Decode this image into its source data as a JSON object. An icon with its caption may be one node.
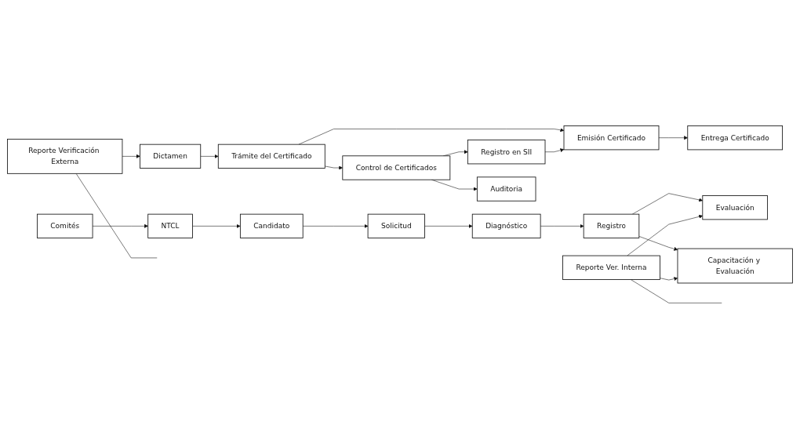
{
  "diagram": {
    "nodes": [
      {
        "text": [
          "Candidato"
        ]
      },
      {
        "text": [
          "Solicitud"
        ]
      },
      {
        "text": [
          "Diagnóstico"
        ]
      },
      {
        "text": [
          "Registro"
        ]
      },
      {
        "text": [
          "Evaluación"
        ]
      },
      {
        "text": [
          "Reporte Ver. Interna"
        ]
      },
      {
        "text": [
          "Capacitación y Evaluación"
        ]
      },
      {
        "text": [
          "Entrega Certificado"
        ]
      },
      {
        "text": [
          "NTCL"
        ]
      },
      {
        "text": [
          "Emisión Certificado"
        ]
      },
      {
        "text": [
          "Trámite del Certificado"
        ]
      },
      {
        "text": [
          "Dictamen"
        ]
      },
      {
        "text": [
          "Reporte Verificación Externa"
        ]
      },
      {
        "text": [
          "Comités"
        ]
      },
      {
        "text": [
          "Registro en SII"
        ]
      },
      {
        "text": [
          "Control de Certificados"
        ]
      },
      {
        "text": [
          "Auditoria"
        ]
      }
    ],
    "edges": [
      {
        "from": 0,
        "to": 1,
        "arrow": "to"
      },
      {
        "from": 1,
        "to": 2,
        "arrow": "to"
      },
      {
        "from": 2,
        "to": 3,
        "arrow": "to"
      },
      {
        "from": 3,
        "to": 4,
        "arrow": "to"
      },
      {
        "from": 3,
        "to": 6,
        "arrow": "to"
      },
      {
        "from": 5,
        "to": 4,
        "arrow": "to"
      },
      {
        "from": 5,
        "to": 6,
        "arrow": "to"
      },
      {
        "from": 5,
        "to": null,
        "arrow": "none"
      },
      {
        "from": 8,
        "to": 0,
        "arrow": "to"
      },
      {
        "from": 13,
        "to": 8,
        "arrow": "to"
      },
      {
        "from": 9,
        "to": 7,
        "arrow": "to"
      },
      {
        "from": 10,
        "to": 9,
        "arrow": "to"
      },
      {
        "from": 11,
        "to": 10,
        "arrow": "to"
      },
      {
        "from": 12,
        "to": 11,
        "arrow": "to"
      },
      {
        "from": 12,
        "to": null,
        "arrow": "none"
      },
      {
        "from": 10,
        "to": 15,
        "arrow": "to"
      },
      {
        "from": 15,
        "to": 14,
        "arrow": "to"
      },
      {
        "from": 15,
        "to": 16,
        "arrow": "to"
      },
      {
        "from": 14,
        "to": 9,
        "arrow": "to"
      }
    ]
  }
}
